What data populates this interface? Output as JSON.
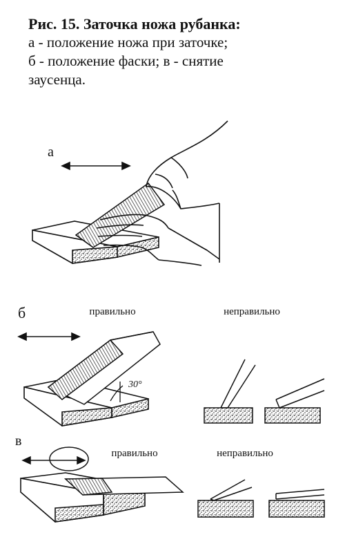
{
  "caption": {
    "title": "Рис. 15. Заточка ножа рубанка:",
    "line1": "а - положение ножа при заточке;",
    "line2": "б - положение фаски; в - снятие",
    "line3": "заусенца."
  },
  "panels": {
    "a": {
      "letter": "а"
    },
    "b": {
      "letter": "б",
      "correct": "правильно",
      "incorrect": "неправильно",
      "angle": "30°"
    },
    "v": {
      "letter": "в",
      "correct": "правильно",
      "incorrect": "неправильно"
    }
  },
  "colors": {
    "ink": "#111111",
    "paper": "#ffffff",
    "stone": "#777777"
  }
}
